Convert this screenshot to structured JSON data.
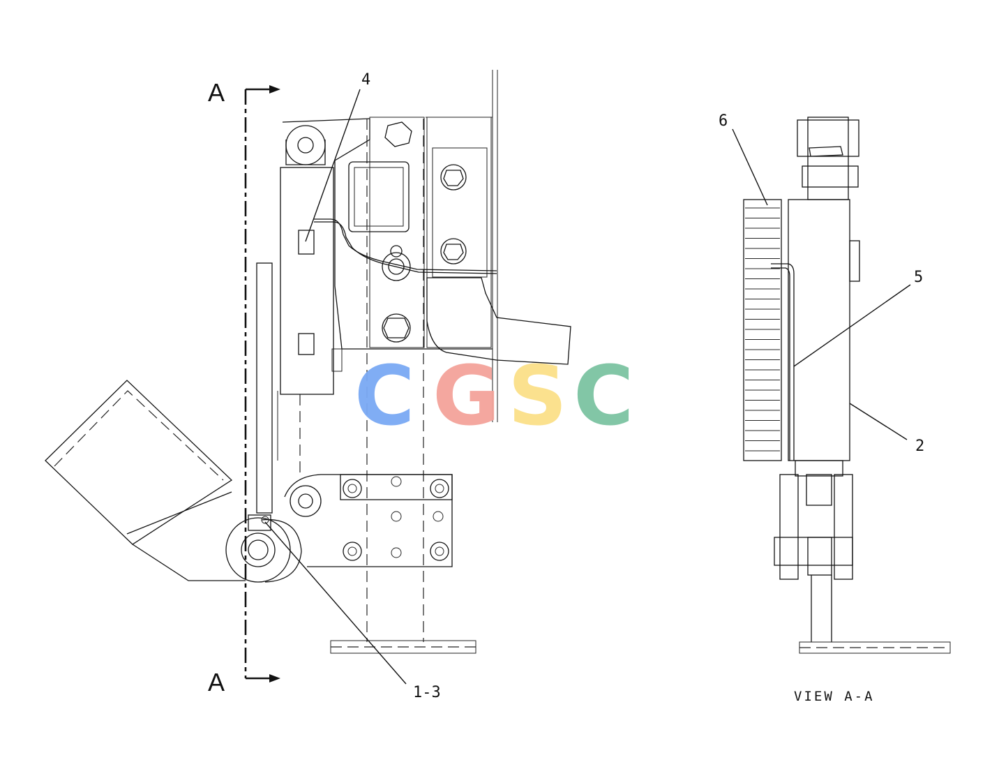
{
  "section_marker": {
    "top": "A",
    "bottom": "A"
  },
  "callouts": {
    "c4": "4",
    "c13": "1-3",
    "c6": "6",
    "c5": "5",
    "c2": "2"
  },
  "view_caption": "VIEW A-A",
  "watermark": {
    "letters": [
      "C",
      "G",
      "S",
      "C"
    ],
    "colors": [
      "#7aa9f4",
      "#f4a39a",
      "#fbe089",
      "#7cc3a2"
    ]
  }
}
